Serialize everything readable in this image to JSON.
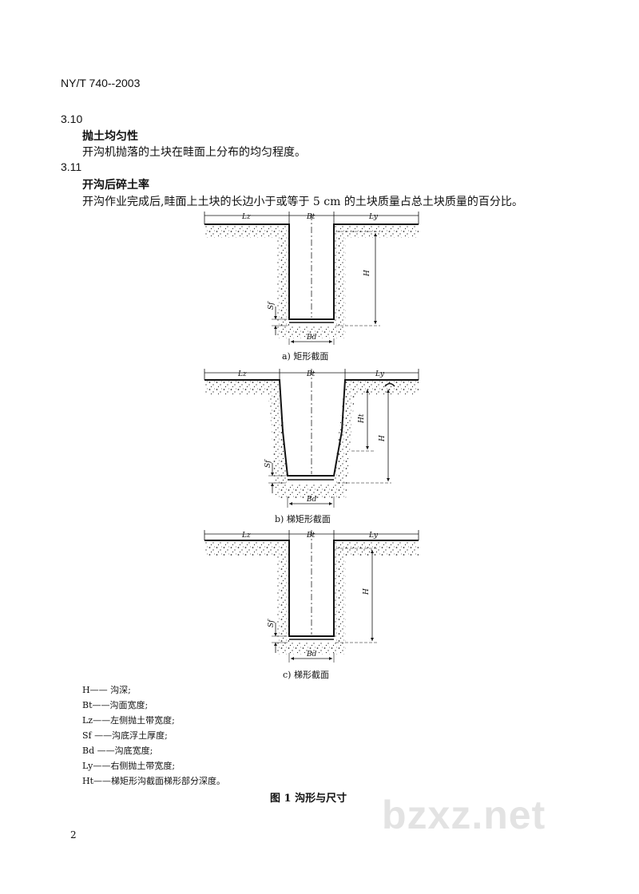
{
  "header": {
    "code": "NY/T 740--2003"
  },
  "sections": [
    {
      "number": "3.10",
      "title": "抛土均匀性",
      "text": "开沟机抛落的土块在畦面上分布的均匀程度。"
    },
    {
      "number": "3.11",
      "title": "开沟后碎土率",
      "text": "开沟作业完成后,畦面上土块的长边小于或等于 5 cm 的土块质量占总土块质量的百分比。"
    }
  ],
  "figures": [
    {
      "caption": "a) 矩形截面",
      "labels": {
        "lz": "Lz",
        "bt": "Bt",
        "ly": "Ly",
        "h": "H",
        "sf": "Sf",
        "bd": "Bd"
      }
    },
    {
      "caption": "b) 梯矩形截面",
      "labels": {
        "lz": "Lz",
        "bt": "Bt",
        "ly": "Ly",
        "h": "H",
        "ht": "Ht",
        "sf": "Sf",
        "bd": "Bd"
      }
    },
    {
      "caption": "c) 梯形截面",
      "labels": {
        "lz": "Lz",
        "bt": "Bt",
        "ly": "Ly",
        "h": "H",
        "sf": "Sf",
        "bd": "Bd"
      }
    }
  ],
  "legend": [
    "H—— 沟深;",
    "Bt——沟面宽度;",
    "Lz——左侧抛土带宽度;",
    "Sf ——沟底浮土厚度;",
    "Bd ——沟底宽度;",
    "Ly——右侧抛土带宽度;",
    "Ht——梯矩形沟截面梯形部分深度。"
  ],
  "figure_title": "图 1   沟形与尺寸",
  "page_number": "2",
  "watermark": "bzxz.net"
}
